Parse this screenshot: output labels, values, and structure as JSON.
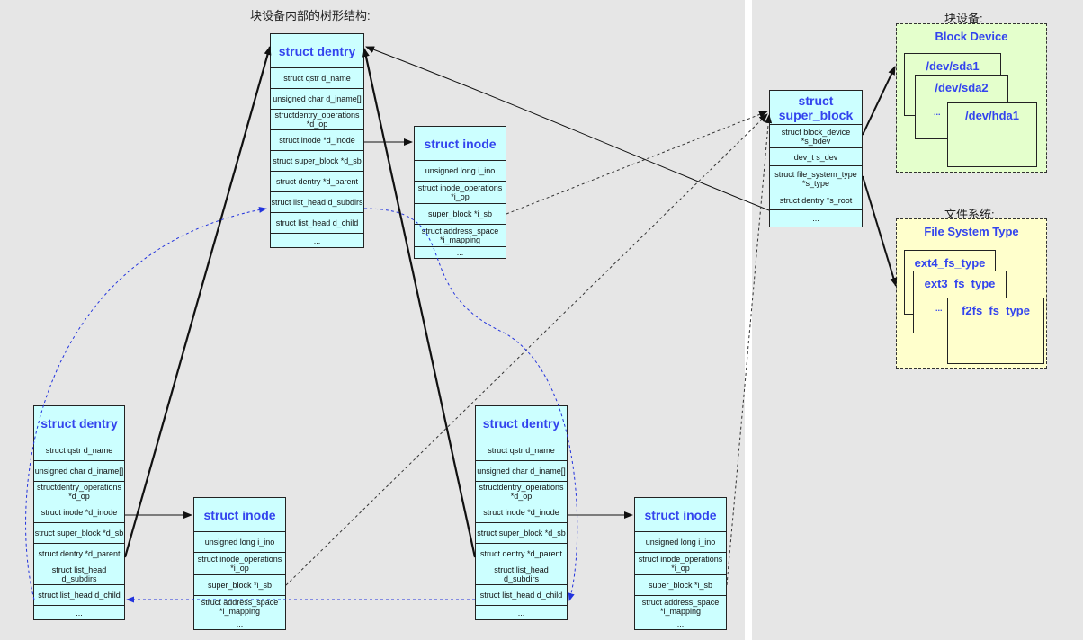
{
  "captions": {
    "tree": "块设备内部的树形结构:",
    "block": "块设备:",
    "fs": "文件系统:"
  },
  "dentry": {
    "title": "struct dentry",
    "fields": [
      "struct qstr d_name",
      "unsigned char d_iname[]",
      "structdentry_operations *d_op",
      "struct inode *d_inode",
      "struct super_block *d_sb",
      "struct dentry *d_parent",
      "struct list_head d_subdirs",
      "struct list_head d_child",
      "..."
    ]
  },
  "inode": {
    "title": "struct inode",
    "fields": [
      "unsigned long i_ino",
      "struct inode_operations *i_op",
      "super_block *i_sb",
      "struct address_space *i_mapping",
      "..."
    ]
  },
  "super_block": {
    "title": "struct super_block",
    "fields": [
      "struct block_device *s_bdev",
      "dev_t s_dev",
      "struct file_system_type *s_type",
      "struct dentry *s_root",
      "..."
    ]
  },
  "block_device": {
    "title": "Block Device",
    "items": [
      "/dev/sda1",
      "/dev/sda2",
      "/dev/hda1"
    ],
    "ellipsis": "..."
  },
  "fs_type": {
    "title": "File System Type",
    "items": [
      "ext4_fs_type",
      "ext3_fs_type",
      "f2fs_fs_type"
    ],
    "ellipsis": "..."
  },
  "colors": {
    "struct_fill": "#ccffff",
    "title_text": "#3344ee",
    "block_fill": "#e4ffcc",
    "fs_fill": "#ffffcc",
    "panel_bg": "#e6e6e6",
    "link_dotted_blue": "#2233dd"
  }
}
